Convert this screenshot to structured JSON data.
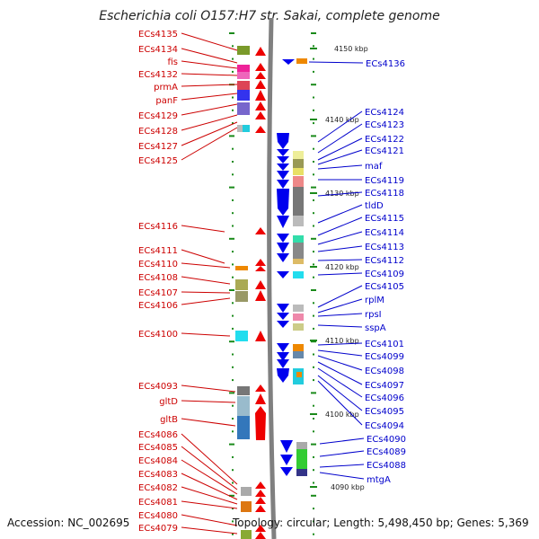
{
  "title": "Escherichia coli O157:H7 str. Sakai, complete genome",
  "footer": {
    "accession": "Accession: NC_002695",
    "topology": "Topology: circular; Length: 5,498,450 bp; Genes: 5,369"
  },
  "colors": {
    "left_label": "#cc0000",
    "right_label": "#0000cc",
    "forward_arrow": "#ee0000",
    "reverse_arrow": "#0000ee",
    "backbone": "#808080",
    "tick": "#1a8a1a"
  },
  "kbp_marks": [
    {
      "label": "4150 kbp",
      "pos": 4150
    },
    {
      "label": "4140 kbp",
      "pos": 4140
    },
    {
      "label": "4130 kbp",
      "pos": 4130
    },
    {
      "label": "4120 kbp",
      "pos": 4120
    },
    {
      "label": "4110 kbp",
      "pos": 4110
    },
    {
      "label": "4100 kbp",
      "pos": 4100
    },
    {
      "label": "4090 kbp",
      "pos": 4090
    }
  ],
  "left_genes": [
    {
      "label": "ECs4135"
    },
    {
      "label": "ECs4134"
    },
    {
      "label": "fis"
    },
    {
      "label": "ECs4132"
    },
    {
      "label": "prmA"
    },
    {
      "label": "panF"
    },
    {
      "label": "ECs4129"
    },
    {
      "label": "ECs4128"
    },
    {
      "label": "ECs4127"
    },
    {
      "label": "ECs4125"
    },
    {
      "label": "ECs4116"
    },
    {
      "label": "ECs4111"
    },
    {
      "label": "ECs4110"
    },
    {
      "label": "ECs4108"
    },
    {
      "label": "ECs4107"
    },
    {
      "label": "ECs4106"
    },
    {
      "label": "ECs4100"
    },
    {
      "label": "ECs4093"
    },
    {
      "label": "gltD"
    },
    {
      "label": "gltB"
    },
    {
      "label": "ECs4086"
    },
    {
      "label": "ECs4085"
    },
    {
      "label": "ECs4084"
    },
    {
      "label": "ECs4083"
    },
    {
      "label": "ECs4082"
    },
    {
      "label": "ECs4081"
    },
    {
      "label": "ECs4080"
    },
    {
      "label": "ECs4079"
    }
  ],
  "right_genes": [
    {
      "label": "ECs4136"
    },
    {
      "label": "ECs4124"
    },
    {
      "label": "ECs4123"
    },
    {
      "label": "ECs4122"
    },
    {
      "label": "ECs4121"
    },
    {
      "label": "maf"
    },
    {
      "label": "ECs4119"
    },
    {
      "label": "ECs4118"
    },
    {
      "label": "tldD"
    },
    {
      "label": "ECs4115"
    },
    {
      "label": "ECs4114"
    },
    {
      "label": "ECs4113"
    },
    {
      "label": "ECs4112"
    },
    {
      "label": "ECs4109"
    },
    {
      "label": "ECs4105"
    },
    {
      "label": "rplM"
    },
    {
      "label": "rpsI"
    },
    {
      "label": "sspA"
    },
    {
      "label": "ECs4101"
    },
    {
      "label": "ECs4099"
    },
    {
      "label": "ECs4098"
    },
    {
      "label": "ECs4097"
    },
    {
      "label": "ECs4096"
    },
    {
      "label": "ECs4095"
    },
    {
      "label": "ECs4094"
    },
    {
      "label": "ECs4090"
    },
    {
      "label": "ECs4089"
    },
    {
      "label": "ECs4088"
    },
    {
      "label": "mtgA"
    }
  ]
}
